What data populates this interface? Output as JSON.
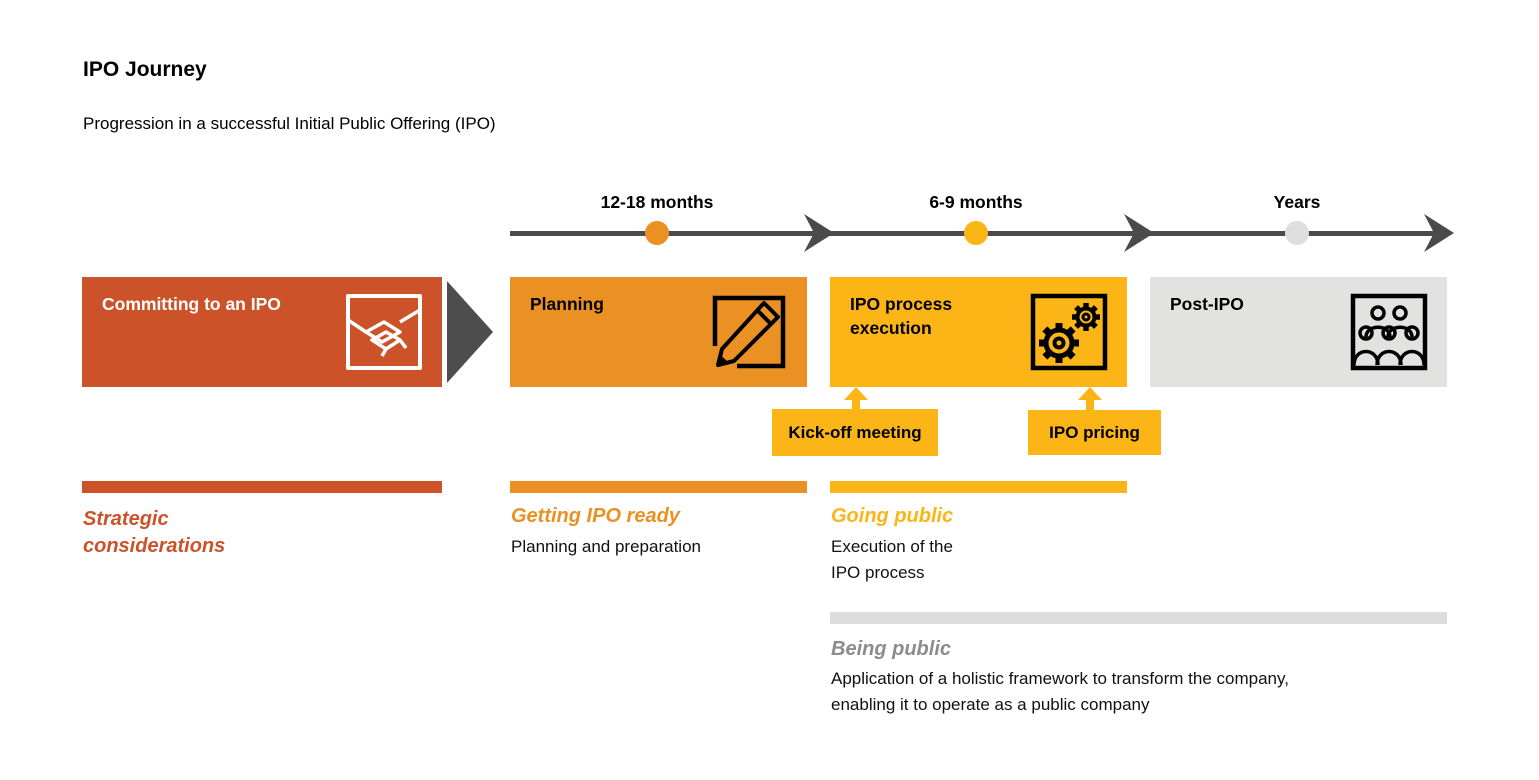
{
  "page": {
    "title": "IPO Journey",
    "subtitle": "Progression in a successful Initial Public Offering (IPO)"
  },
  "timeline": {
    "labels": [
      "12-18 months",
      "6-9 months",
      "Years"
    ]
  },
  "stages": [
    {
      "label": "Committing to an IPO",
      "icon": "handshake-icon"
    },
    {
      "label": "Planning",
      "icon": "pencil-icon"
    },
    {
      "label": "IPO process execution",
      "icon": "gears-icon"
    },
    {
      "label": "Post-IPO",
      "icon": "people-icon"
    }
  ],
  "callouts": [
    "Kick-off meeting",
    "IPO pricing"
  ],
  "phases": [
    {
      "title": "Strategic considerations",
      "description": ""
    },
    {
      "title": "Getting IPO ready",
      "description": "Planning and preparation"
    },
    {
      "title": "Going public",
      "description": "Execution of the IPO process"
    },
    {
      "title": "Being public",
      "description": "Application of a holistic framework to transform the company, enabling it to operate as a public company"
    }
  ],
  "colors": {
    "commit_red": "#CC5229",
    "planning_orange": "#EB9123",
    "execution_yellow": "#FBB517",
    "post_ipo_gray": "#E2E2E0",
    "being_public_bar_gray": "#DCDCDC",
    "being_public_text_gray": "#8C8C8C",
    "timeline_dark": "#4A4A4A"
  }
}
